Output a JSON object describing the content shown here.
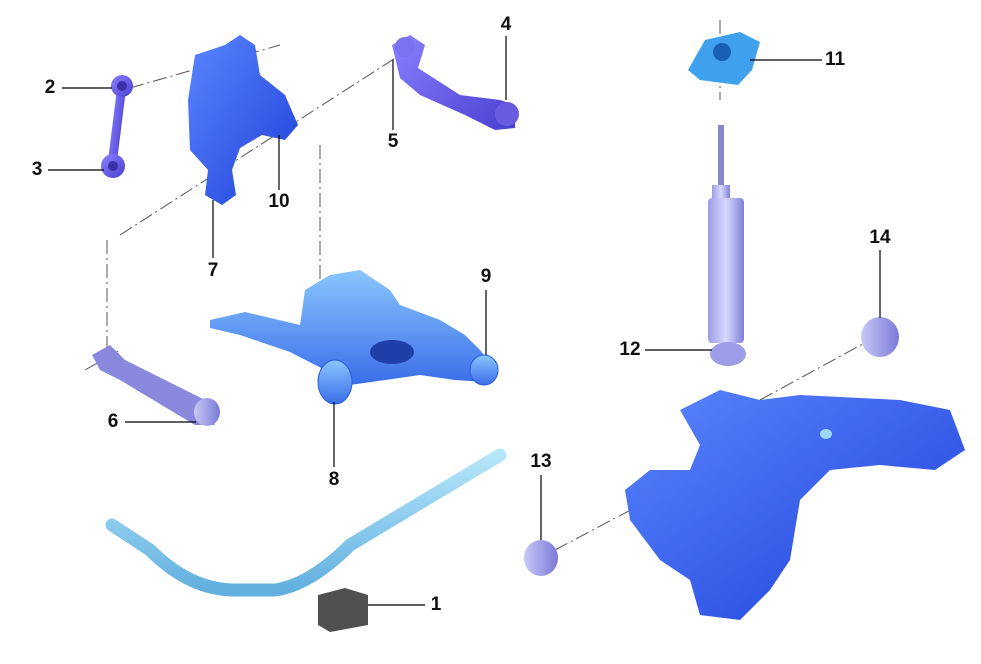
{
  "title": "Rear suspension parts diagram",
  "callouts": [
    {
      "id": "1",
      "part": "stabilizer-bushing"
    },
    {
      "id": "2",
      "part": "stabilizer-link-upper-joint"
    },
    {
      "id": "3",
      "part": "stabilizer-link-lower-joint"
    },
    {
      "id": "4",
      "part": "upper-arm-outer-bushing"
    },
    {
      "id": "5",
      "part": "upper-arm-inner-bushing"
    },
    {
      "id": "6",
      "part": "toe-link-bushing"
    },
    {
      "id": "7",
      "part": "knuckle-lower-bushing"
    },
    {
      "id": "8",
      "part": "lower-arm-front-bushing"
    },
    {
      "id": "9",
      "part": "lower-arm-rear-bushing"
    },
    {
      "id": "10",
      "part": "knuckle-bushing"
    },
    {
      "id": "11",
      "part": "shock-upper-mount"
    },
    {
      "id": "12",
      "part": "shock-absorber"
    },
    {
      "id": "13",
      "part": "subframe-front-bushing"
    },
    {
      "id": "14",
      "part": "subframe-rear-bushing"
    }
  ],
  "colors": {
    "part_blue": "#2a56e8",
    "arm_blue": "#4a86f0",
    "light_blue": "#8fd0ee",
    "violet": "#6a5ce0",
    "rubber": "#4a4a4a",
    "leader": "#000000"
  }
}
